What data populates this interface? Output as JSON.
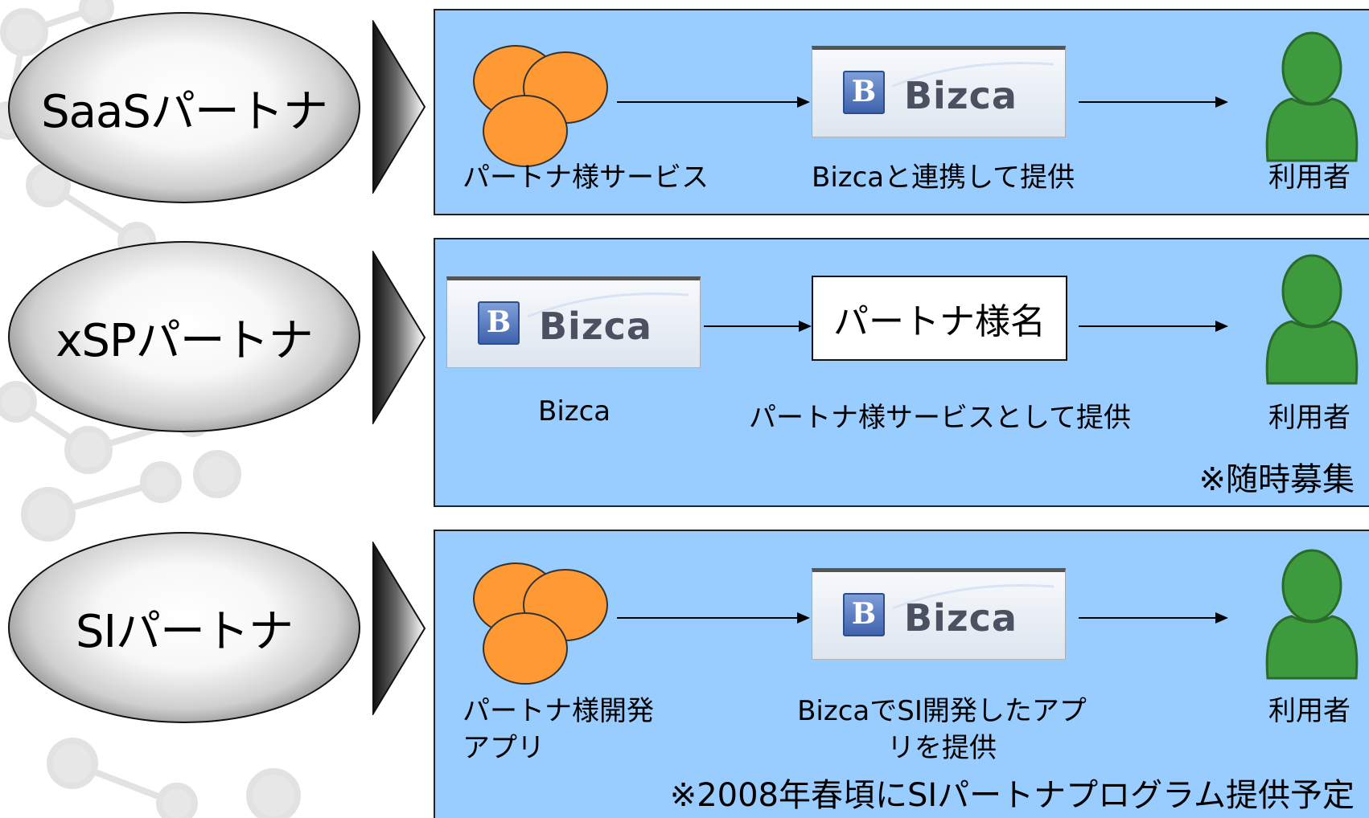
{
  "rows": [
    {
      "partner_label": "SaaSパートナ",
      "left_caption": "パートナ様サービス",
      "middle_caption": "Bizcaと連携して提供",
      "right_caption": "利用者"
    },
    {
      "partner_label": "xSPパートナ",
      "left_caption": "Bizca",
      "middle_box": "パートナ様名",
      "middle_caption": "パートナ様サービスとして提供",
      "right_caption": "利用者",
      "note": "※随時募集"
    },
    {
      "partner_label": "SIパートナ",
      "left_caption_line1": "パートナ様開発",
      "left_caption_line2": "アプリ",
      "middle_caption_line1": "BizcaでSI開発したアプ",
      "middle_caption_line2": "リを提供",
      "right_caption": "利用者",
      "note": "※2008年春頃にSIパートナプログラム提供予定"
    }
  ],
  "logo": {
    "mark": "B",
    "text": "Bizca"
  },
  "colors": {
    "panel": "#99ccff",
    "balls": "#ff9933",
    "person": "#3d9a3d"
  }
}
